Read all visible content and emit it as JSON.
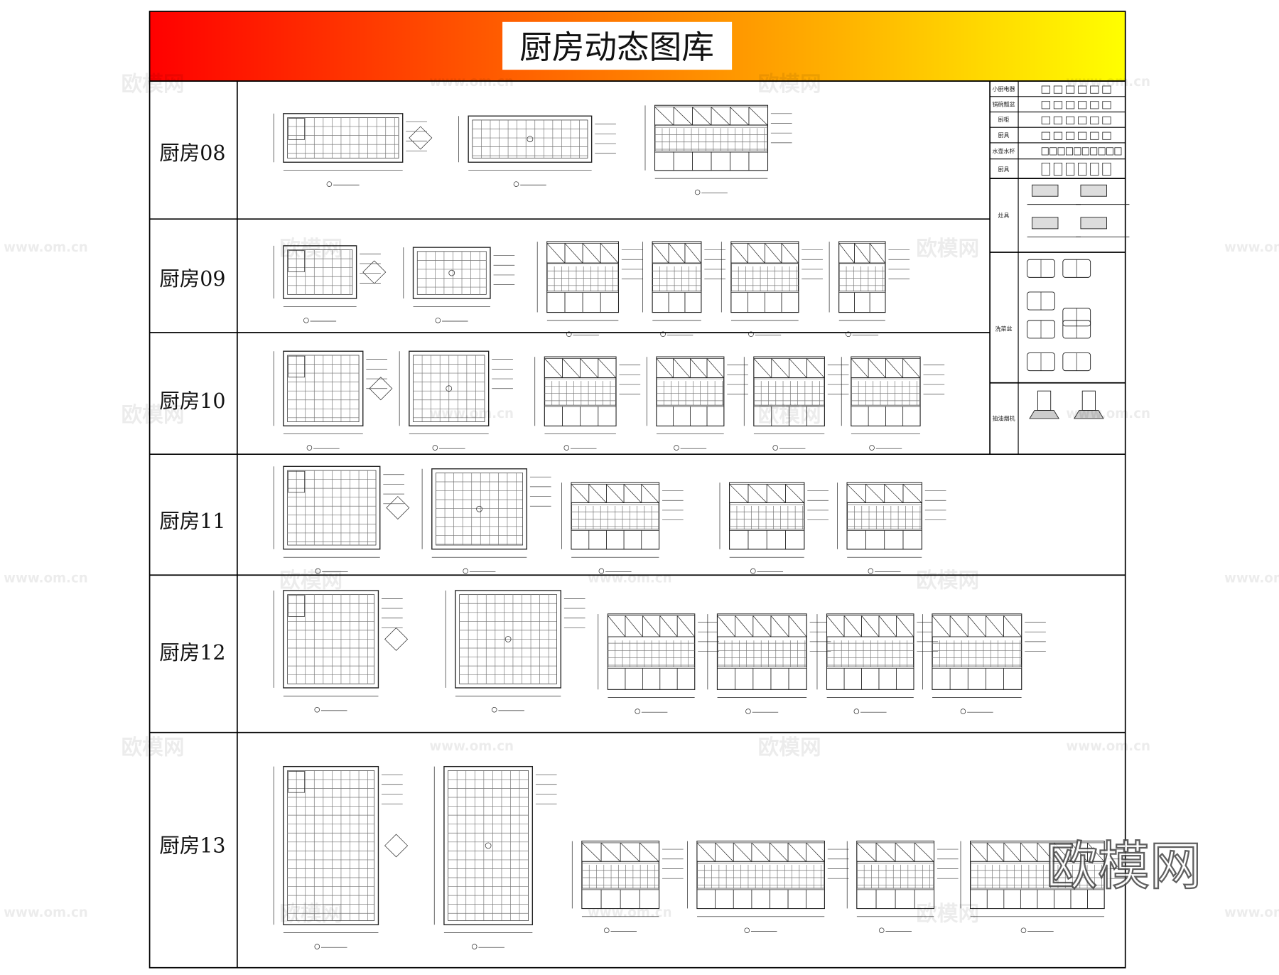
{
  "header": {
    "title": "厨房动态图库",
    "gradient_colors": [
      "#ff0000",
      "#ff6a00",
      "#ffb000",
      "#ffff00"
    ]
  },
  "rows": [
    {
      "label": "厨房08"
    },
    {
      "label": "厨房09"
    },
    {
      "label": "厨房10"
    },
    {
      "label": "厨房11"
    },
    {
      "label": "厨房12"
    },
    {
      "label": "厨房13"
    }
  ],
  "side_panel": {
    "categories": [
      {
        "label": "小厨电器"
      },
      {
        "label": "锅碗瓢盆"
      },
      {
        "label": "厨柜"
      },
      {
        "label": "厨具"
      },
      {
        "label": "水壶水杯"
      },
      {
        "label": "厨具"
      },
      {
        "label": "灶具"
      },
      {
        "label": "洗菜盆"
      },
      {
        "label": "抽油烟机"
      }
    ]
  },
  "watermark": {
    "logo_text": "欧模网",
    "url_text": "www.om.cn"
  }
}
